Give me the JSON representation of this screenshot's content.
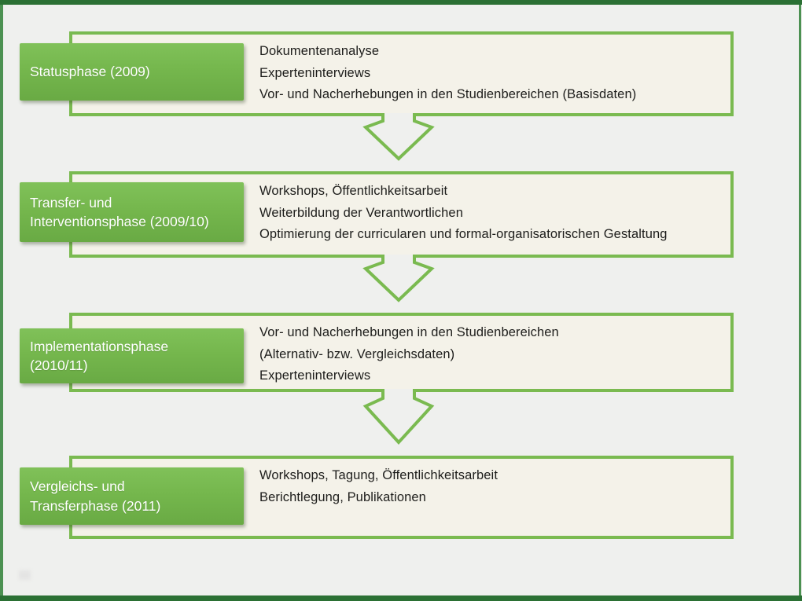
{
  "slide": {
    "phases": [
      {
        "label_lines": [
          "Statusphase (2009)"
        ],
        "items": [
          "Dokumentenanalyse",
          "Experteninterviews",
          "Vor- und Nacherhebungen in den Studienbereichen (Basisdaten)"
        ]
      },
      {
        "label_lines": [
          "Transfer- und",
          "Interventionsphase (2009/10)"
        ],
        "items": [
          "Workshops, Öffentlichkeitsarbeit",
          "Weiterbildung der Verantwortlichen",
          "Optimierung der curricularen und formal-organisatorischen Gestaltung"
        ]
      },
      {
        "label_lines": [
          "Implementationsphase",
          "(2010/11)"
        ],
        "items": [
          "Vor- und Nacherhebungen in den Studienbereichen",
          "(Alternativ- bzw. Vergleichsdaten)",
          "Experteninterviews"
        ]
      },
      {
        "label_lines": [
          "Vergleichs- und",
          "Transferphase (2011)"
        ],
        "items": [
          "Workshops, Tagung, Öffentlichkeitsarbeit",
          "Berichtlegung, Publikationen"
        ]
      }
    ]
  },
  "colors": {
    "page_bg": "#eff0ee",
    "box_bg": "#f4f2e9",
    "accent_green": "#7aba50",
    "label_green": "#75b74d",
    "label_green_dark": "#69aa44",
    "frame_dark": "#2b7034",
    "frame_side": "#4c9152",
    "text": "#1d1d1b",
    "label_text": "#ffffff"
  }
}
